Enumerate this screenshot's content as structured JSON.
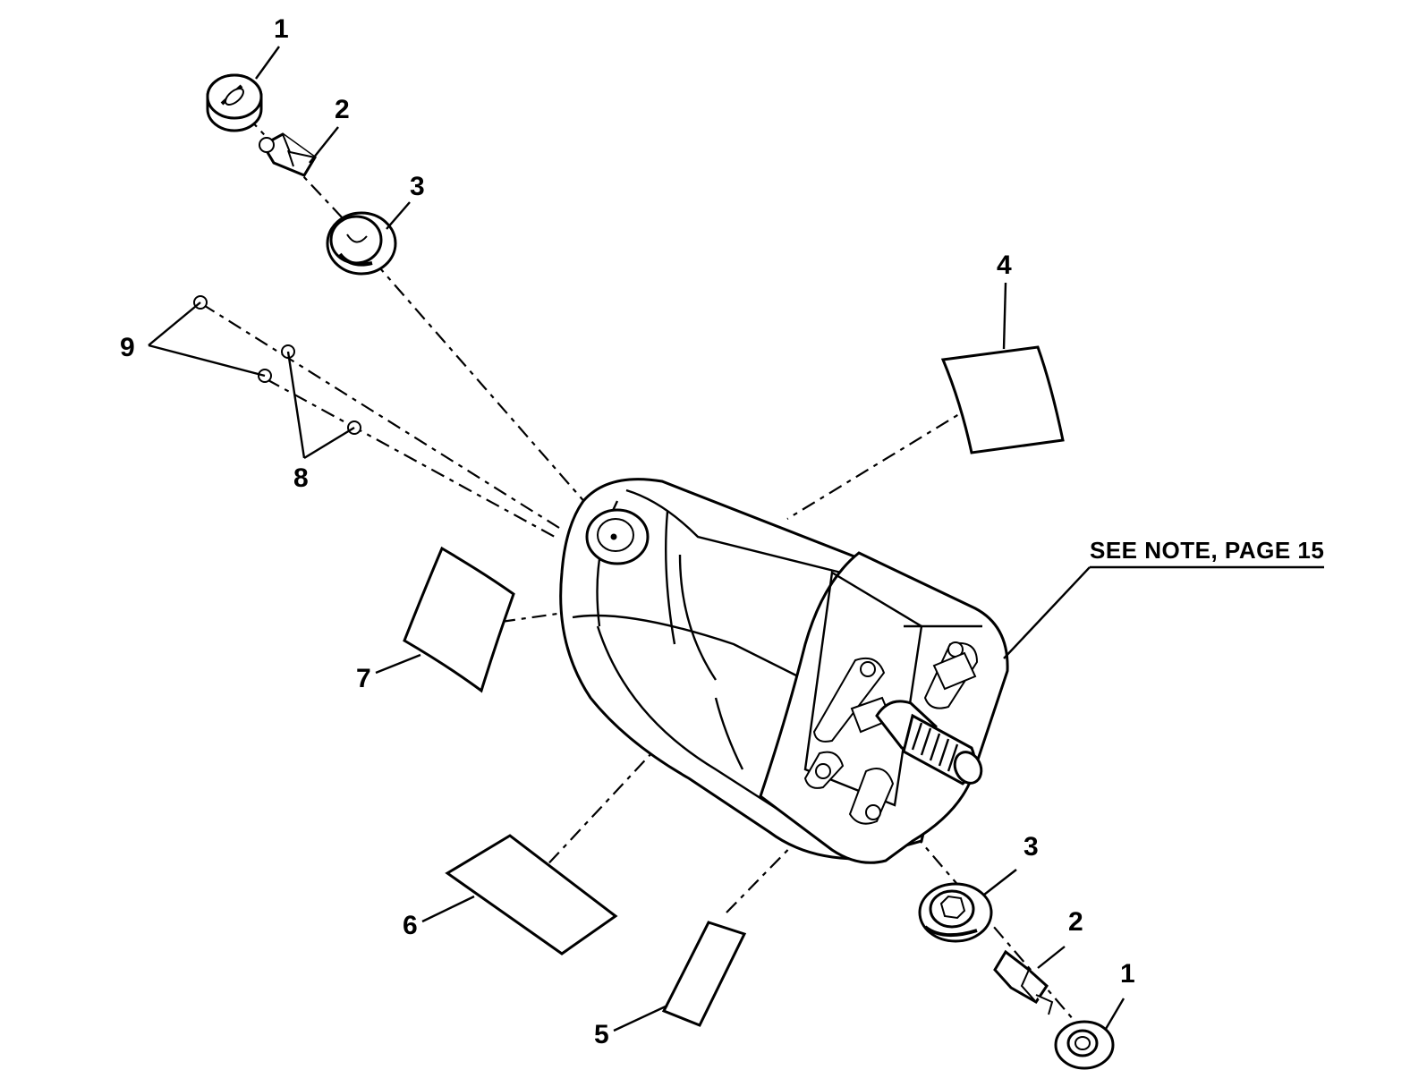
{
  "callouts": {
    "c1_top": "1",
    "c2_top": "2",
    "c3_top": "3",
    "c4": "4",
    "c5": "5",
    "c6": "6",
    "c7": "7",
    "c8": "8",
    "c9": "9",
    "c3_bottom": "3",
    "c2_bottom": "2",
    "c1_bottom": "1"
  },
  "note": "SEE NOTE, PAGE 15",
  "line_color": "#000000",
  "background_color": "#ffffff"
}
